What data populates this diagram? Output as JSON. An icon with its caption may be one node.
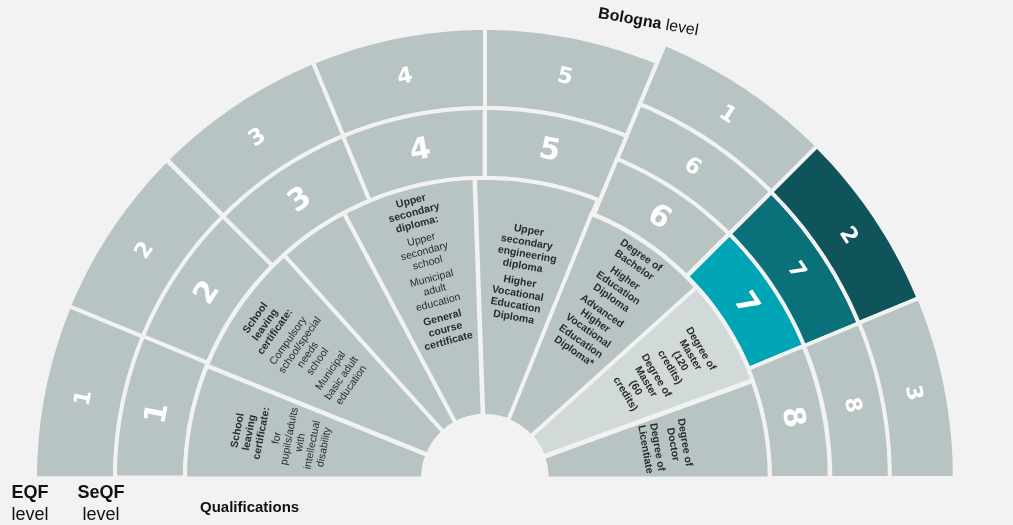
{
  "diagram": {
    "nodes": [
      {
        "text": [
          "1"
        ]
      },
      {
        "text": [
          "2"
        ]
      },
      {
        "text": [
          "3"
        ]
      },
      {
        "text": [
          "4"
        ]
      },
      {
        "text": [
          "5"
        ]
      },
      {
        "text": [
          "6"
        ]
      },
      {
        "text": [
          "7"
        ]
      },
      {
        "text": [
          "8"
        ]
      },
      {
        "text": [
          "1"
        ]
      },
      {
        "text": [
          "2"
        ]
      },
      {
        "text": [
          "3"
        ]
      },
      {
        "text": [
          "1"
        ]
      },
      {
        "text": [
          "2"
        ]
      },
      {
        "text": [
          "3"
        ]
      },
      {
        "text": [
          "4"
        ]
      },
      {
        "text": [
          "5"
        ]
      },
      {
        "text": [
          "6"
        ]
      },
      {
        "text": [
          "7"
        ]
      },
      {
        "text": [
          "8"
        ]
      },
      {
        "text": [
          "School leaving certificate:",
          "for pupils/adults with intellectual disability"
        ]
      },
      {
        "text": [
          "School leaving certificate:",
          "Compulsory school/special needs school",
          "Municipal basic adult education"
        ]
      },
      {
        "text": [],
        "shape": "sector"
      },
      {
        "text": [
          "Upper secondary diploma:",
          "Upper secondary school",
          "Municipal adult education",
          "General course certificate"
        ]
      },
      {
        "text": [
          "Upper secondary engineering diploma",
          "Higher Vocational Education Diploma"
        ]
      },
      {
        "text": [
          "Degree of Bachelor",
          "Higher Education Diploma",
          "Advanced Higher Vocational Education Diploma*"
        ]
      },
      {
        "text": [
          "Degree of Master (120 credits)",
          "Degree of Master (60 credits)"
        ]
      },
      {
        "text": [
          "Degree of Doctor",
          "Degree of Licentiate"
        ]
      }
    ],
    "labels": [
      "**Bologna** level",
      "**EQF** level",
      "**SeQF** level",
      "Qualifications"
    ]
  }
}
